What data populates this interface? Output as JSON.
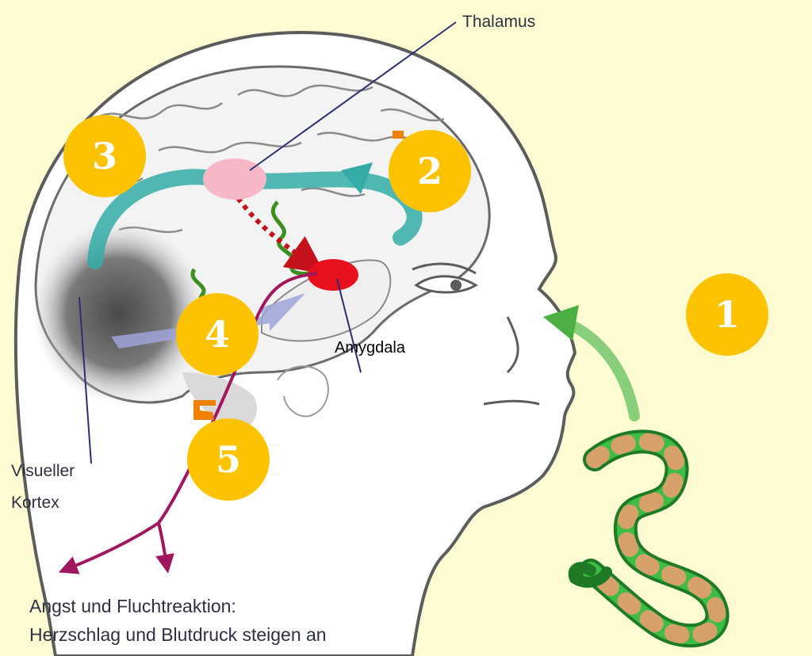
{
  "labels": {
    "thalamus": "Thalamus",
    "amygdala": "Amygdala",
    "visual_cortex_line1": "Visueller",
    "visual_cortex_line2": "Kortex",
    "reaction_line1": "Angst und Fluchtreaktion:",
    "reaction_line2": "Herzschlag und Blutdruck steigen an"
  },
  "badges": [
    "1",
    "2",
    "3",
    "4",
    "5"
  ],
  "colors": {
    "background": "#fdfbd2",
    "badge": "#fdc300",
    "thalamus": "#f6b8c6",
    "amygdala": "#e8101c",
    "cortex_arrow": "#2a9c9a",
    "reaction_arrow": "#a0175f",
    "snake": "#38b23a"
  }
}
